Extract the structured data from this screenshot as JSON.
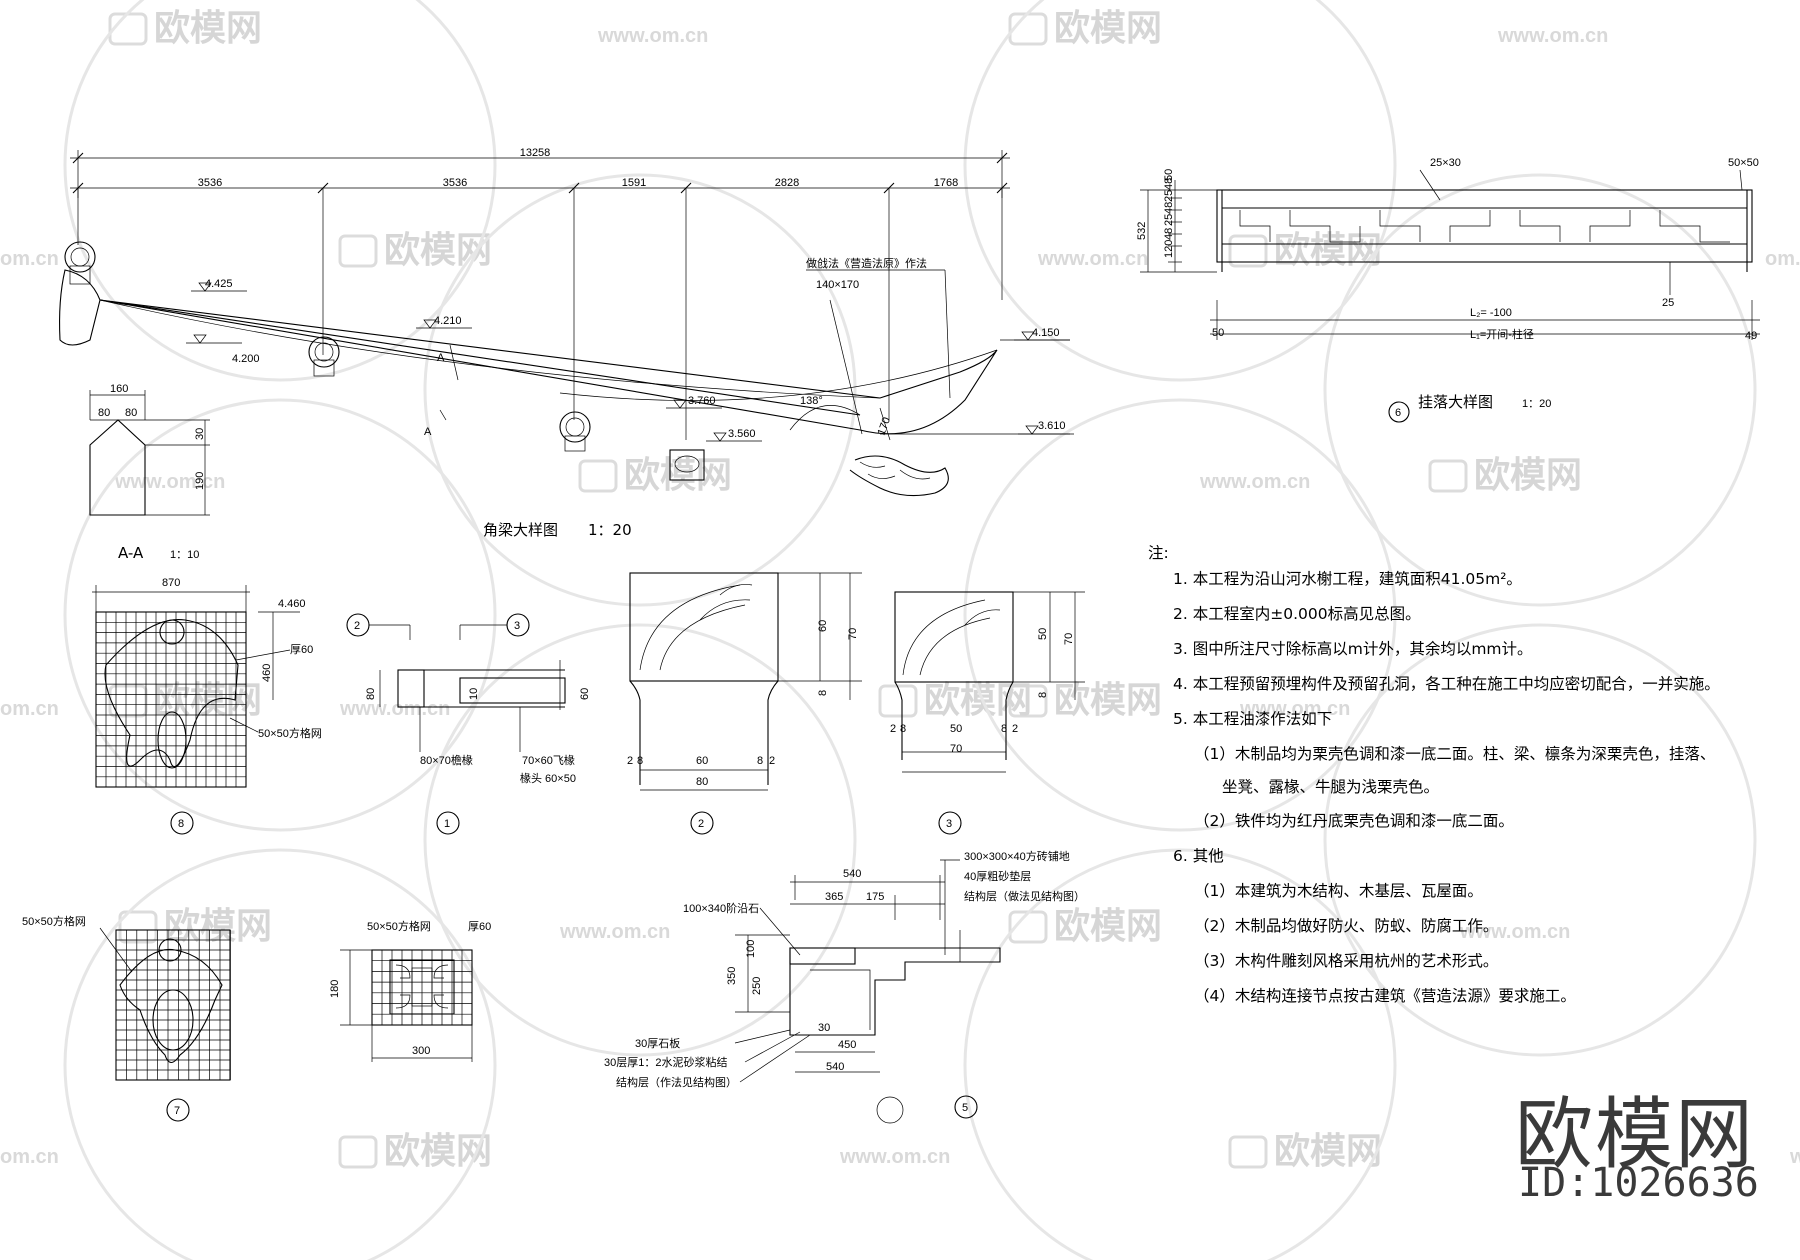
{
  "watermark": {
    "brand": "欧模网",
    "url": "www.om.cn",
    "url_short": "om.cn"
  },
  "logo": {
    "brand": "欧模网",
    "id": "ID:1026636"
  },
  "drawings": {
    "corner_beam": {
      "title": "角梁大样图",
      "scale": "1：20",
      "overall_dim": "13258",
      "dims": [
        "3536",
        "3536",
        "1591",
        "2828",
        "1768"
      ],
      "elevations": [
        "4.425",
        "4.210",
        "4.200",
        "3.760",
        "3.560",
        "4.150",
        "3.610"
      ],
      "note_method": "做戗法《营造法原》作法",
      "note_size": "140×170",
      "angle": "138°",
      "dim_170": "170",
      "section_mark": "A"
    },
    "section_aa": {
      "title": "A-A",
      "scale": "1：10",
      "dims": [
        "160",
        "80",
        "80",
        "30",
        "190"
      ]
    },
    "detail_8": {
      "no": "8",
      "dim_w": "870",
      "dim_h": "460",
      "elev": "4.460",
      "thick": "厚60",
      "grid": "50×50方格网"
    },
    "detail_1": {
      "no": "1",
      "ref_a": "2",
      "ref_b": "3",
      "dims": [
        "80",
        "10",
        "60"
      ],
      "rafter": "80×70檐椽",
      "fly_rafter": "70×60飞椽",
      "rafter_head": "椽头 60×50"
    },
    "detail_2": {
      "no": "2",
      "dims_v": [
        "60",
        "70",
        "8"
      ],
      "dims_h": [
        "2",
        "8",
        "60",
        "8",
        "2",
        "80"
      ]
    },
    "detail_3": {
      "no": "3",
      "dims_v": [
        "50",
        "70",
        "8"
      ],
      "dims_h": [
        "2",
        "8",
        "50",
        "8",
        "2",
        "70"
      ]
    },
    "detail_6": {
      "no": "6",
      "title": "挂落大样图",
      "scale": "1：20",
      "dim_top": "25×30",
      "dim_corner": "50×50",
      "dims_v": [
        "532",
        "120",
        "48",
        "25",
        "48",
        "25",
        "48",
        "48",
        "50"
      ],
      "dim_25": "25",
      "l2": "L₂= -100",
      "l1": "L₁=开间-柱径",
      "dim_left": "50",
      "dim_right": "49"
    },
    "detail_7": {
      "no": "7",
      "grid": "50×50方格网"
    },
    "detail_7b": {
      "grid": "50×50方格网",
      "thick": "厚60",
      "dim_h": "180",
      "dim_w": "300"
    },
    "detail_5": {
      "no": "5",
      "dims_top": [
        "540",
        "365",
        "175"
      ],
      "dims_bottom": [
        "30",
        "450",
        "540"
      ],
      "dims_v": [
        "100",
        "350",
        "250"
      ],
      "labels_right": [
        "300×300×40方砖铺地",
        "40厚粗砂垫层",
        "结构层（做法见结构图）"
      ],
      "labels_left": [
        "100×340阶沿石",
        "30厚石板",
        "30层厚1：2水泥砂浆粘结",
        "结构层（作法见结构图）"
      ]
    }
  },
  "notes": {
    "heading": "注:",
    "items": [
      "1. 本工程为沿山河水榭工程，建筑面积41.05m²。",
      "2. 本工程室内±0.000标高见总图。",
      "3. 图中所注尺寸除标高以m计外，其余均以mm计。",
      "4. 本工程预留预埋构件及预留孔洞，各工种在施工中均应密切配合，一并实施。",
      "5. 本工程油漆作法如下",
      "（1）木制品均为栗壳色调和漆一底二面。柱、梁、檩条为深栗壳色，挂落、",
      "坐凳、露椽、牛腿为浅栗壳色。",
      "（2）铁件均为红丹底栗壳色调和漆一底二面。",
      "6. 其他",
      "（1）本建筑为木结构、木基层、瓦屋面。",
      "（2）木制品均做好防火、防蚁、防腐工作。",
      "（3）木构件雕刻风格采用杭州的艺术形式。",
      "（4）木结构连接节点按古建筑《营造法源》要求施工。"
    ]
  }
}
